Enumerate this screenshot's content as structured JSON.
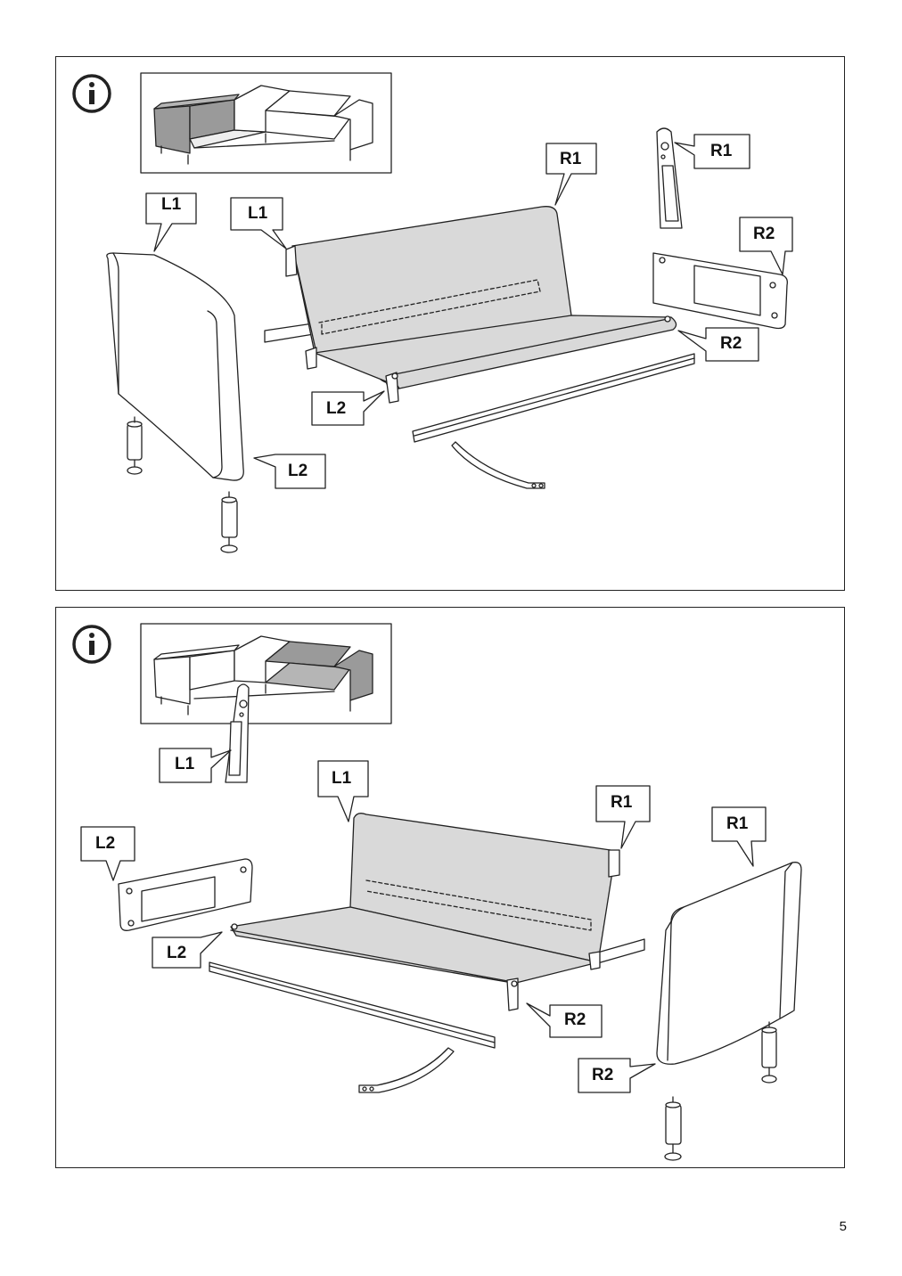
{
  "page": {
    "number": "5"
  },
  "panels": [
    {
      "info_icon": "info-icon",
      "highlight": "left-section",
      "labels": {
        "l1_a": "L1",
        "l1_b": "L1",
        "l2_a": "L2",
        "l2_b": "L2",
        "r1_a": "R1",
        "r1_b": "R1",
        "r2_a": "R2",
        "r2_b": "R2"
      }
    },
    {
      "info_icon": "info-icon",
      "highlight": "right-section",
      "labels": {
        "l1_a": "L1",
        "l1_b": "L1",
        "l2_a": "L2",
        "l2_b": "L2",
        "r1_a": "R1",
        "r1_b": "R1",
        "r2_a": "R2",
        "r2_b": "R2"
      }
    }
  ],
  "colors": {
    "line": "#222222",
    "fill": "#d9d9d9",
    "panel_fill": "#ffffff"
  }
}
